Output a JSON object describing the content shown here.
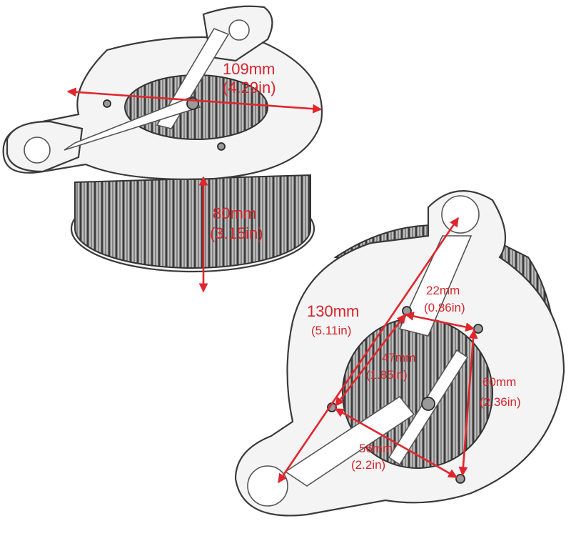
{
  "dimensions": {
    "width_top": {
      "mm": "109mm",
      "inch": "(4.29in)"
    },
    "height_side": {
      "mm": "80mm",
      "inch": "(3.15in)"
    },
    "diagonal": {
      "mm": "130mm",
      "inch": "(5.11in)"
    },
    "hole_spacing_top": {
      "mm": "22mm",
      "inch": "(0.86in)"
    },
    "hole_spacing_center": {
      "mm": "47mm",
      "inch": "(1.85in)"
    },
    "hole_spacing_right": {
      "mm": "60mm",
      "inch": "(2.36in)"
    },
    "hole_spacing_bottom": {
      "mm": "56mm",
      "inch": "(2.2in)"
    }
  },
  "colors": {
    "annotation": "#e0262d",
    "sketch_line": "#3a3a3a",
    "background": "#ffffff"
  }
}
